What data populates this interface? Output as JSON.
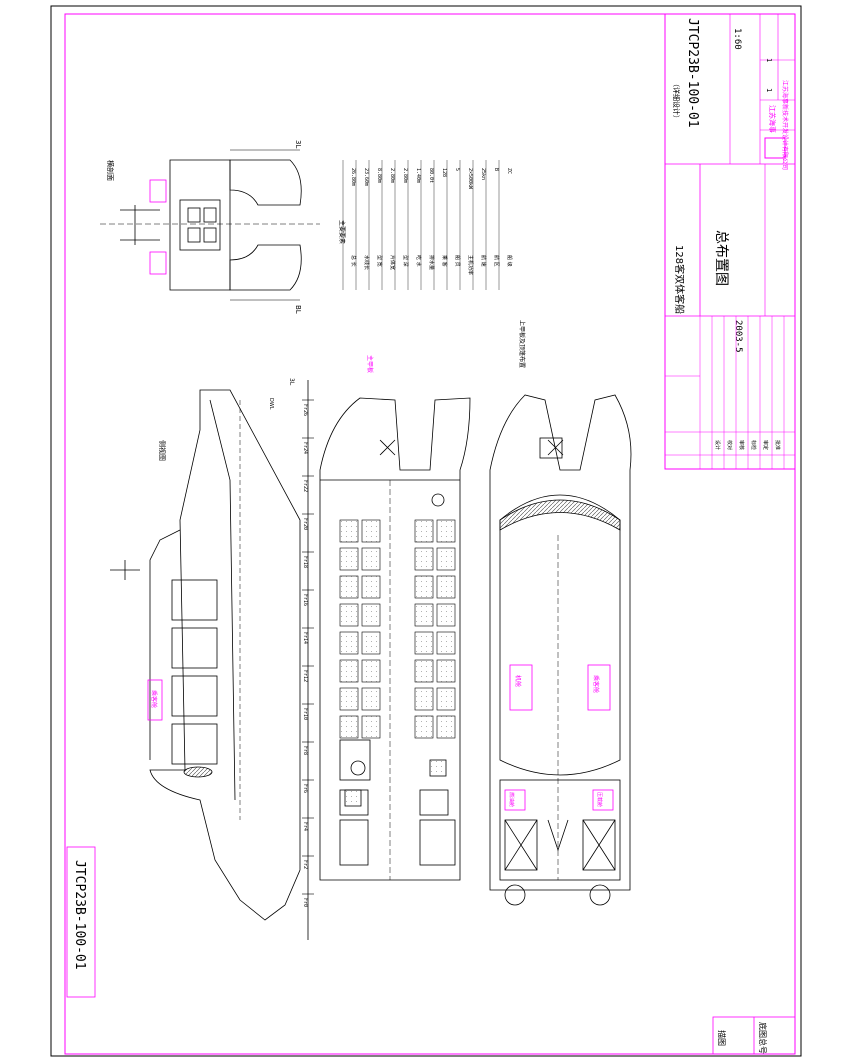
{
  "drawing": {
    "number": "JTCP23B-100-01",
    "number_side": "JTCP23B-100-01",
    "title_block": {
      "vessel_name": "128客双体客船",
      "drawing_title": "总布置图",
      "design_stage": "（详细设计）",
      "scale": "1:60",
      "sheet_count": "1",
      "sheet_index": "1",
      "date": "2003-5",
      "company": "江苏海事新技术开发设计有限公司",
      "company_short": "江苏海事"
    },
    "left_strip": {
      "top_label": "描图",
      "bottom_label": "底图总号"
    },
    "views": {
      "section": "横剖面",
      "profile": "侧视图",
      "main_deck": "主甲板",
      "upper_deck": "上甲板及顶篷布置"
    },
    "particulars_title": "主要要素",
    "particulars": [
      {
        "label": "总 长",
        "value": "26.80m"
      },
      {
        "label": "水线长",
        "value": "23.60m"
      },
      {
        "label": "型 宽",
        "value": "8.80m"
      },
      {
        "label": "片体宽",
        "value": "2.80m"
      },
      {
        "label": "型 深",
        "value": "2.80m"
      },
      {
        "label": "吃 水",
        "value": "1.40m"
      },
      {
        "label": "排水量",
        "value": "80.0t"
      },
      {
        "label": "乘 客",
        "value": "128"
      },
      {
        "label": "船 员",
        "value": "5"
      },
      {
        "label": "主机功率",
        "value": "2×500kW"
      },
      {
        "label": "航 速",
        "value": "25kn"
      },
      {
        "label": "航 区",
        "value": "B"
      },
      {
        "label": "船 级",
        "value": "ZC"
      }
    ],
    "room_labels": {
      "passenger_cabin": "乘客舱",
      "crew_cabin": "机舱",
      "fuel_tank": "燃油舱",
      "ballast": "压载舱",
      "toilet": "卫生间"
    },
    "waterline_labels": {
      "dwl": "DWL",
      "bl": "BL",
      "three_l": "3L"
    },
    "frames": [
      "Fr26",
      "Fr24",
      "Fr22",
      "Fr20",
      "Fr18",
      "Fr16",
      "Fr14",
      "Fr12",
      "Fr10",
      "Fr8",
      "Fr6",
      "Fr4",
      "Fr2",
      "Fr0"
    ],
    "signoff_rows": [
      "设计",
      "校对",
      "审核",
      "标检",
      "审定",
      "批准"
    ],
    "colors": {
      "border": "#ff00ff",
      "line": "#000000",
      "hatch": "#555555",
      "accent": "#00aaff"
    }
  }
}
